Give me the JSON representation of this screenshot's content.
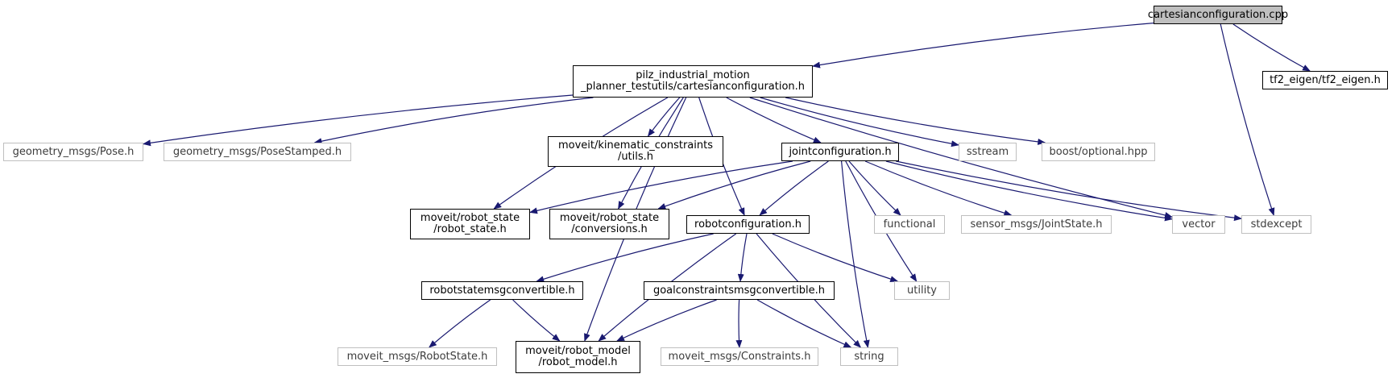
{
  "graph": {
    "edge_color": "#191970",
    "root_fill": "#bfbfbf",
    "system_border": "#bfbfbf",
    "nodes": [
      {
        "id": "root",
        "label": "cartesianconfiguration.cpp",
        "kind": "root"
      },
      {
        "id": "cc_h",
        "label": "pilz_industrial_motion\n_planner_testutils/cartesianconfiguration.h",
        "kind": "local"
      },
      {
        "id": "tf2",
        "label": "tf2_eigen/tf2_eigen.h",
        "kind": "local"
      },
      {
        "id": "pose",
        "label": "geometry_msgs/Pose.h",
        "kind": "system"
      },
      {
        "id": "posestamped",
        "label": "geometry_msgs/PoseStamped.h",
        "kind": "system"
      },
      {
        "id": "kin_utils",
        "label": "moveit/kinematic_constraints\n/utils.h",
        "kind": "local"
      },
      {
        "id": "jc_h",
        "label": "jointconfiguration.h",
        "kind": "local"
      },
      {
        "id": "sstream",
        "label": "sstream",
        "kind": "system"
      },
      {
        "id": "optional",
        "label": "boost/optional.hpp",
        "kind": "system"
      },
      {
        "id": "rs_h",
        "label": "moveit/robot_state\n/robot_state.h",
        "kind": "local"
      },
      {
        "id": "conv_h",
        "label": "moveit/robot_state\n/conversions.h",
        "kind": "local"
      },
      {
        "id": "rc_h",
        "label": "robotconfiguration.h",
        "kind": "local"
      },
      {
        "id": "functional",
        "label": "functional",
        "kind": "system"
      },
      {
        "id": "jointstate",
        "label": "sensor_msgs/JointState.h",
        "kind": "system"
      },
      {
        "id": "vector",
        "label": "vector",
        "kind": "system"
      },
      {
        "id": "stdexcept",
        "label": "stdexcept",
        "kind": "system"
      },
      {
        "id": "rsmc_h",
        "label": "robotstatemsgconvertible.h",
        "kind": "local"
      },
      {
        "id": "gcmc_h",
        "label": "goalconstraintsmsgconvertible.h",
        "kind": "local"
      },
      {
        "id": "utility",
        "label": "utility",
        "kind": "system"
      },
      {
        "id": "robotstate_msg",
        "label": "moveit_msgs/RobotState.h",
        "kind": "system"
      },
      {
        "id": "rm_h",
        "label": "moveit/robot_model\n/robot_model.h",
        "kind": "local"
      },
      {
        "id": "constraints_msg",
        "label": "moveit_msgs/Constraints.h",
        "kind": "system"
      },
      {
        "id": "string",
        "label": "string",
        "kind": "system"
      }
    ],
    "edges": [
      [
        "root",
        "cc_h"
      ],
      [
        "root",
        "tf2"
      ],
      [
        "root",
        "stdexcept"
      ],
      [
        "cc_h",
        "pose"
      ],
      [
        "cc_h",
        "posestamped"
      ],
      [
        "cc_h",
        "kin_utils"
      ],
      [
        "cc_h",
        "jc_h"
      ],
      [
        "cc_h",
        "sstream"
      ],
      [
        "cc_h",
        "optional"
      ],
      [
        "cc_h",
        "rs_h"
      ],
      [
        "cc_h",
        "conv_h"
      ],
      [
        "cc_h",
        "rc_h"
      ],
      [
        "cc_h",
        "rm_h"
      ],
      [
        "cc_h",
        "vector"
      ],
      [
        "jc_h",
        "rs_h"
      ],
      [
        "jc_h",
        "conv_h"
      ],
      [
        "jc_h",
        "rc_h"
      ],
      [
        "jc_h",
        "functional"
      ],
      [
        "jc_h",
        "jointstate"
      ],
      [
        "jc_h",
        "vector"
      ],
      [
        "jc_h",
        "stdexcept"
      ],
      [
        "jc_h",
        "utility"
      ],
      [
        "jc_h",
        "string"
      ],
      [
        "rc_h",
        "rsmc_h"
      ],
      [
        "rc_h",
        "gcmc_h"
      ],
      [
        "rc_h",
        "utility"
      ],
      [
        "rc_h",
        "rm_h"
      ],
      [
        "rc_h",
        "string"
      ],
      [
        "rsmc_h",
        "robotstate_msg"
      ],
      [
        "rsmc_h",
        "rm_h"
      ],
      [
        "gcmc_h",
        "rm_h"
      ],
      [
        "gcmc_h",
        "constraints_msg"
      ],
      [
        "gcmc_h",
        "string"
      ]
    ]
  }
}
